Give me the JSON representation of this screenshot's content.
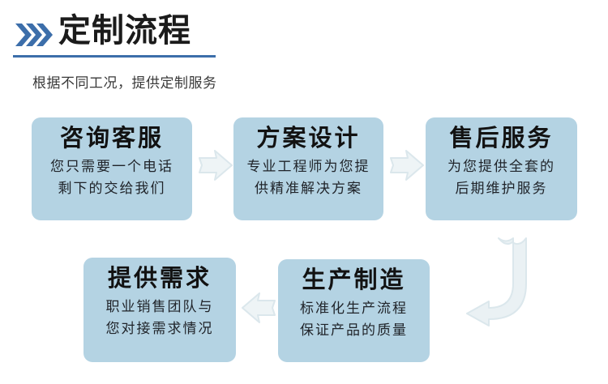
{
  "header": {
    "chevron_icon": "triple-chevron-right-icon",
    "title": "定制流程",
    "subtitle": "根据不同工况，提供定制服务",
    "accent_color": "#3c6eaa",
    "rule_color": "#3c6eaa"
  },
  "theme": {
    "card_fill": "#b4d3e3",
    "arrow_fill": "#e3ecf0",
    "arrow_stroke": "#d2e0e6",
    "title_color": "#121212",
    "desc_color": "#20242a",
    "background": "#ffffff"
  },
  "flow": {
    "steps": [
      {
        "id": "step-consult",
        "title": "咨询客服",
        "desc_line1": "您只需要一个电话",
        "desc_line2": "剩下的交给我们"
      },
      {
        "id": "step-design",
        "title": "方案设计",
        "desc_line1": "专业工程师为您提",
        "desc_line2": "供精准解决方案"
      },
      {
        "id": "step-aftersales",
        "title": "售后服务",
        "desc_line1": "为您提供全套的",
        "desc_line2": "后期维护服务"
      },
      {
        "id": "step-requirement",
        "title": "提供需求",
        "desc_line1": "职业销售团队与",
        "desc_line2": "您对接需求情况"
      },
      {
        "id": "step-manufacture",
        "title": "生产制造",
        "desc_line1": "标准化生产流程",
        "desc_line2": "保证产品的质量"
      }
    ],
    "connectors": [
      {
        "id": "arrow-consult-to-design",
        "direction": "right"
      },
      {
        "id": "arrow-design-to-aftersales",
        "direction": "right"
      },
      {
        "id": "arrow-aftersales-to-requirement",
        "direction": "u-turn-down-left"
      },
      {
        "id": "arrow-manufacture-to-requirement",
        "direction": "left"
      }
    ]
  }
}
